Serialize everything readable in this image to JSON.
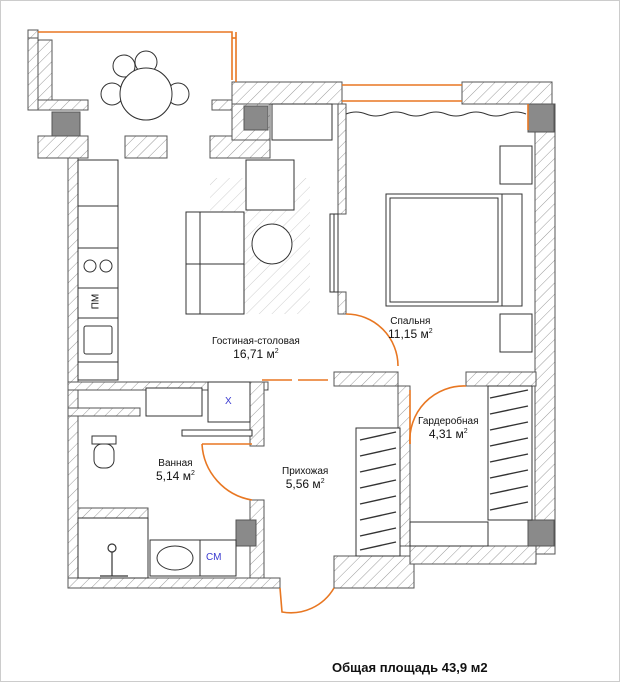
{
  "rooms": {
    "living": {
      "name": "Гостиная-столовая",
      "area": "16,71 м",
      "unit_sup": "2"
    },
    "bedroom": {
      "name": "Спальня",
      "area": "11,15 м",
      "unit_sup": "2"
    },
    "wardrobe": {
      "name": "Гардеробная",
      "area": "4,31 м",
      "unit_sup": "2"
    },
    "bath": {
      "name": "Ванная",
      "area": "5,14 м",
      "unit_sup": "2"
    },
    "hall": {
      "name": "Прихожая",
      "area": "5,56 м",
      "unit_sup": "2"
    }
  },
  "appliance_tags": {
    "dishwasher": "ПМ",
    "fridge": "Х",
    "washer": "СМ"
  },
  "total_area": "Общая площадь 43,9 м2",
  "colors": {
    "wall": "#555555",
    "hatch": "#9a9a9a",
    "door": "#e87722",
    "column": "#8a8a8a",
    "text_blue": "#3a3ad0"
  }
}
